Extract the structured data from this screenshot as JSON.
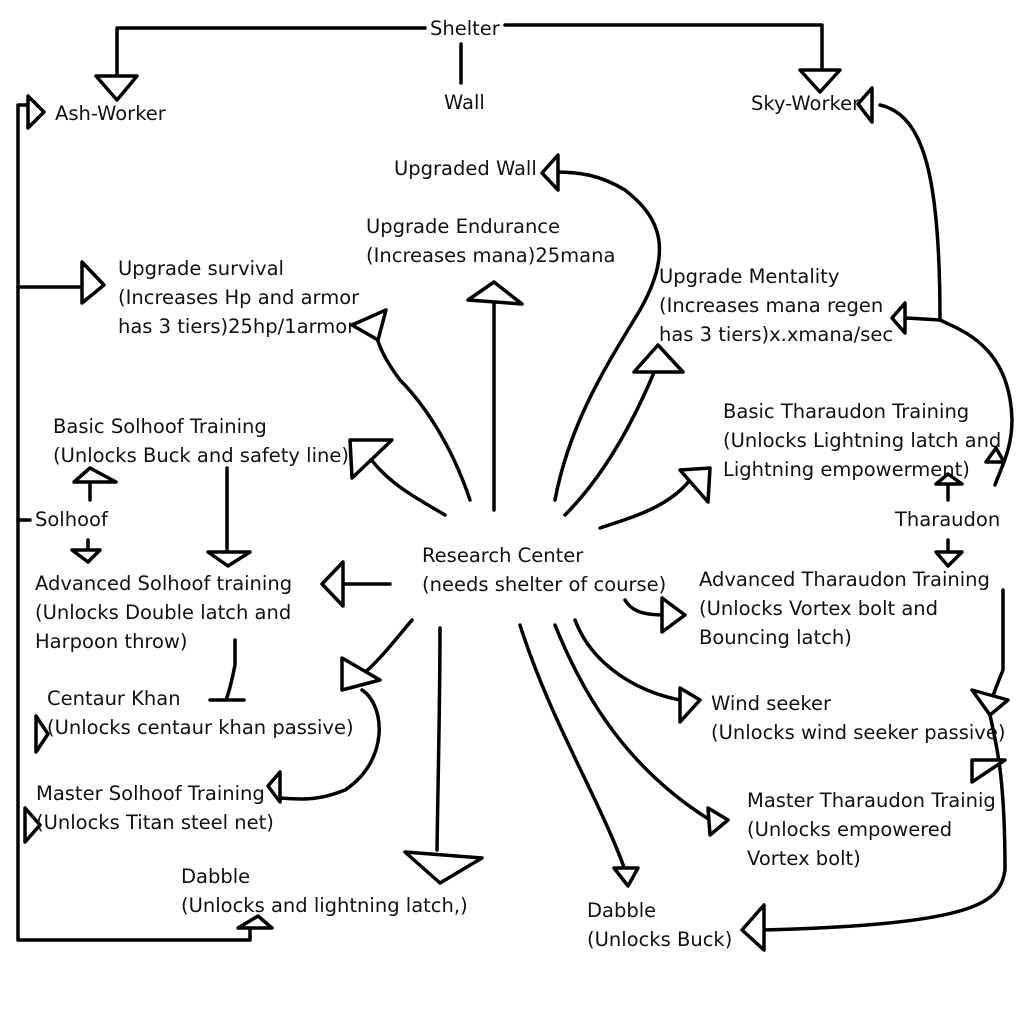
{
  "nodes": {
    "shelter": "Shelter",
    "wall": "Wall",
    "upgraded_wall": "Upgraded Wall",
    "ash_worker": "Ash-Worker",
    "sky_worker": "Sky-Worker",
    "upgrade_endurance": "Upgrade Endurance\n(Increases mana)25mana",
    "upgrade_survival": "Upgrade survival\n(Increases Hp and armor\nhas 3 tiers)25hp/1armor",
    "upgrade_mentality": "Upgrade Mentality\n(Increases mana regen\nhas 3 tiers)x.xmana/sec",
    "basic_solhoof": "Basic Solhoof Training\n(Unlocks Buck and safety line)",
    "basic_tharaudon": "Basic Tharaudon Training\n(Unlocks Lightning latch and\nLightning empowerment)",
    "solhoof": "Solhoof",
    "tharaudon": "Tharaudon",
    "research_center": "Research Center\n(needs shelter of course)",
    "advanced_solhoof": "Advanced Solhoof training\n(Unlocks Double latch and\nHarpoon throw)",
    "advanced_tharaudon": "Advanced Tharaudon Training\n(Unlocks Vortex bolt and\nBouncing latch)",
    "centaur_khan": "Centaur Khan\n(Unlocks centaur khan passive)",
    "wind_seeker": "Wind seeker\n(Unlocks wind seeker passive)",
    "master_solhoof": "Master Solhoof Training\n(Unlocks Titan steel net)",
    "master_tharaudon": "Master Tharaudon Trainig\n(Unlocks empowered\nVortex bolt)",
    "dabble_left": "Dabble\n(Unlocks and lightning latch,)",
    "dabble_right": "Dabble\n(Unlocks Buck)"
  }
}
